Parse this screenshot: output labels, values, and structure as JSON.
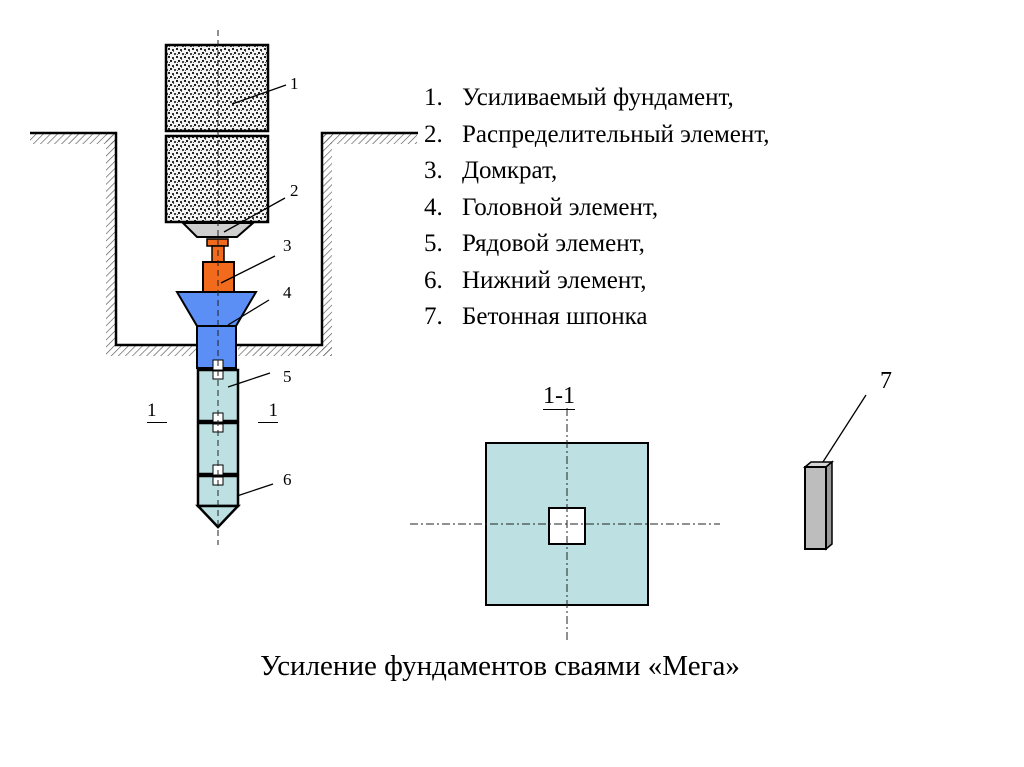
{
  "legend": {
    "items": [
      {
        "number": "1.",
        "label": "Усиливаемый фундамент,"
      },
      {
        "number": "2.",
        "label": "Распределительный элемент,"
      },
      {
        "number": "3.",
        "label": "Домкрат,"
      },
      {
        "number": "4.",
        "label": "Головной элемент,"
      },
      {
        "number": "5.",
        "label": "Рядовой элемент,"
      },
      {
        "number": "6.",
        "label": "Нижний элемент,"
      },
      {
        "number": "7.",
        "label": "Бетонная шпонка"
      }
    ]
  },
  "callouts": {
    "c1": "1",
    "c2": "2",
    "c3": "3",
    "c4": "4",
    "c5": "5",
    "c6": "6",
    "c7": "7"
  },
  "section": {
    "cut_left": "1",
    "cut_right": "1",
    "title": "1-1"
  },
  "caption": "Усиление фундаментов сваями «Мега»",
  "colors": {
    "foundation_fill": "#c8c8c8",
    "distribution_fill": "#cfcfcf",
    "jack_fill": "#f26a1b",
    "head_fill": "#5b8ff5",
    "pile_fill": "#bde0e3",
    "key_fill": "#bdbdbd",
    "outline": "#111111"
  }
}
